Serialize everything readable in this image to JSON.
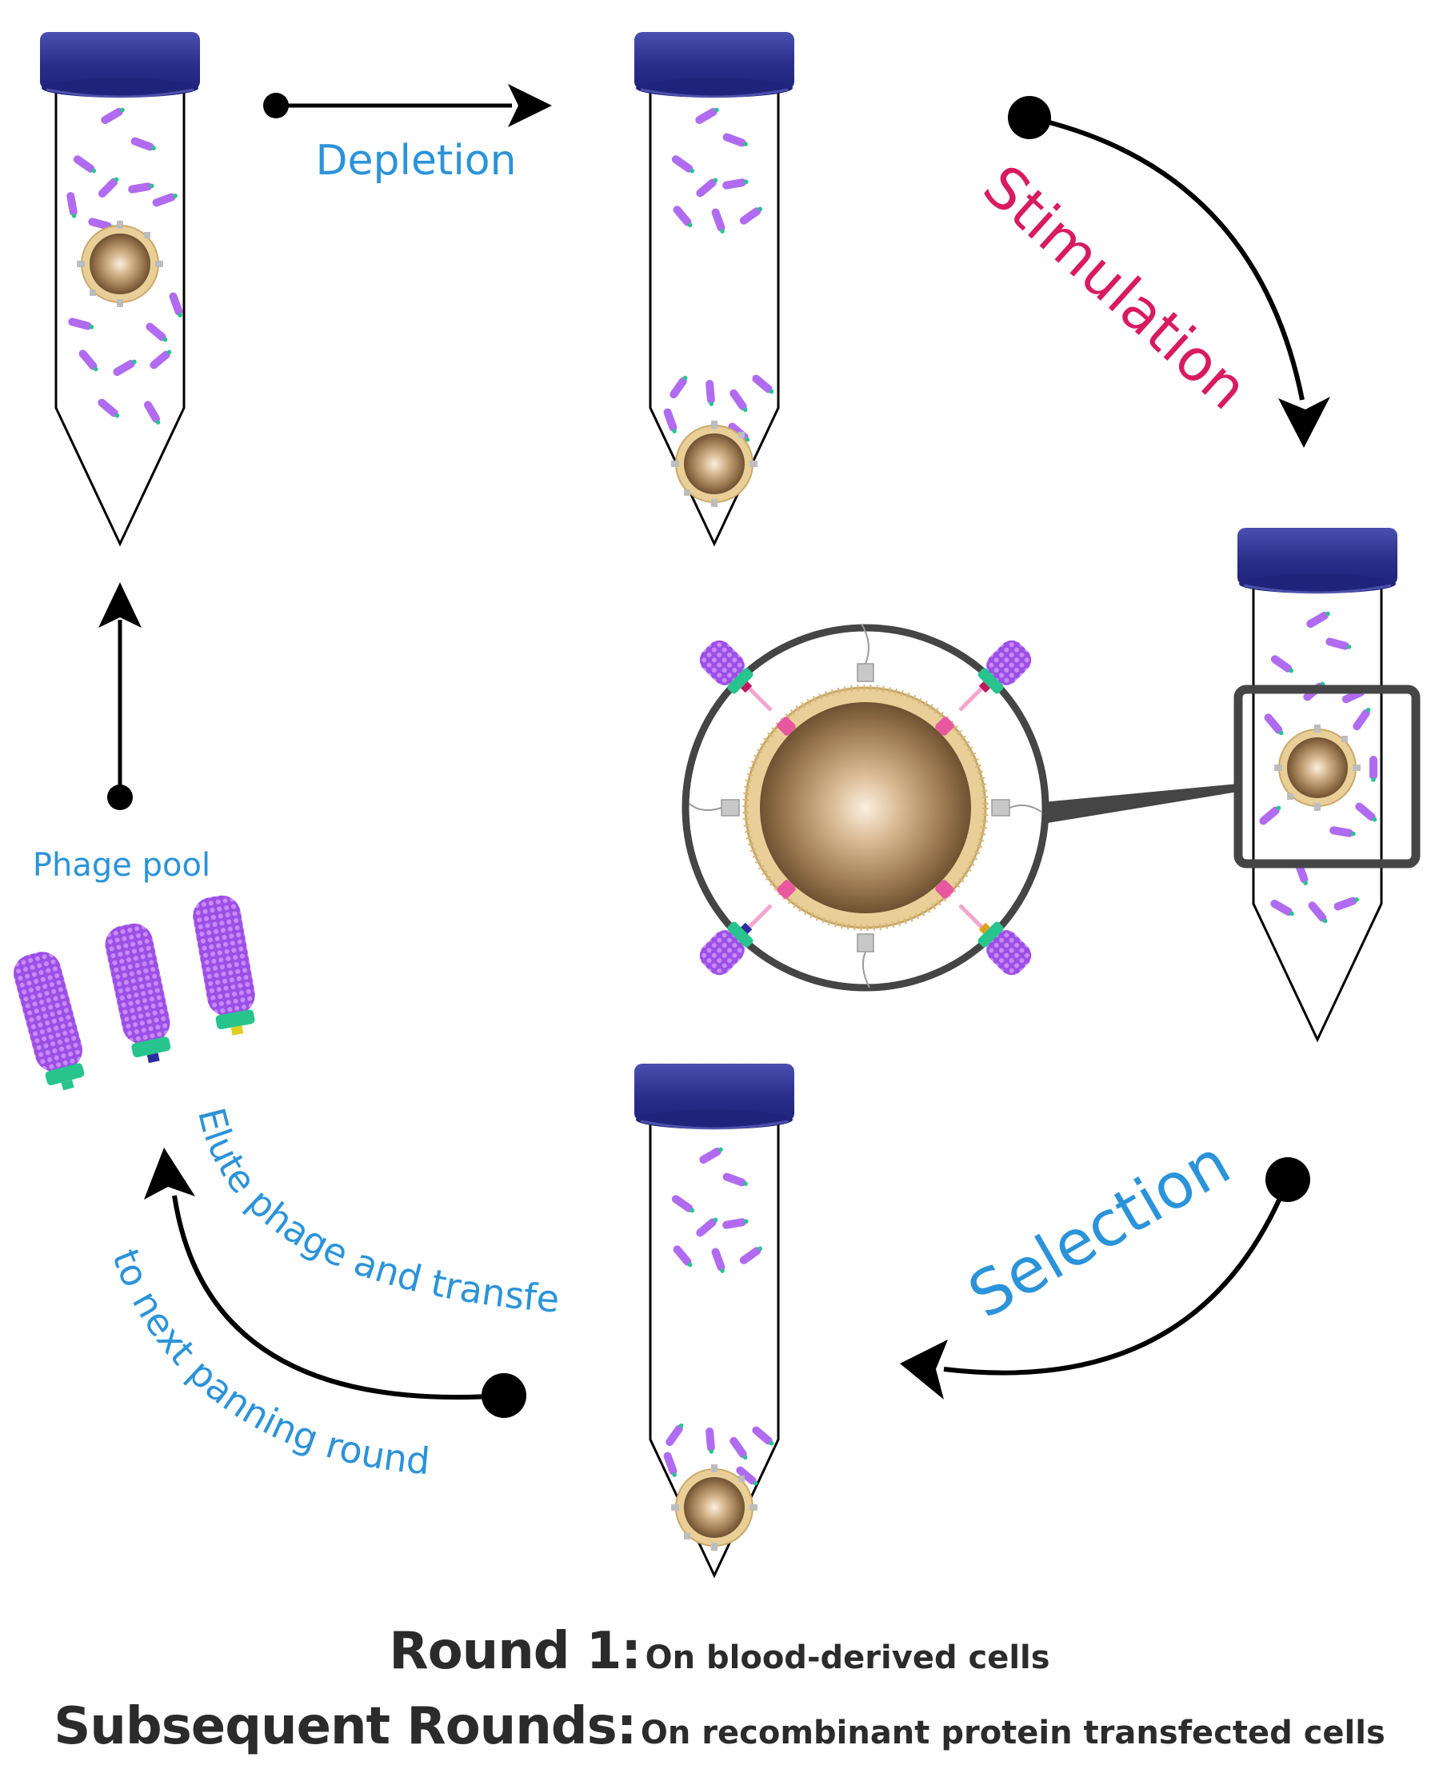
{
  "labels": {
    "depletion": "Depletion",
    "stimulation": "Stimulation",
    "selection": "Selection",
    "phage_pool": "Phage pool",
    "elute_line1": "Elute phage and transfer",
    "elute_line2": "to next panning round"
  },
  "footer": {
    "round1_bold": "Round 1:",
    "round1_text": "On blood-derived cells",
    "subsequent_bold": "Subsequent Rounds:",
    "subsequent_text": "On recombinant protein transfected cells"
  },
  "colors": {
    "blue_label": "#2b93d9",
    "pink_label": "#d81b60",
    "cap_dark": "#1f237a",
    "cap_light": "#4b4fb0",
    "phage": "#b06bf0",
    "phage_dark": "#8e44d6",
    "phage_tip": "#27c48e",
    "cell_membrane": "#e9cf97",
    "cell_core": "#8a6a47",
    "cell_center": "#fbf0e0",
    "arrow": "#000000",
    "zoom_frame": "#454545"
  },
  "icons": {
    "phage": "phage-icon",
    "cell": "cell-icon",
    "tube": "tube-icon",
    "arrow": "arrow-icon",
    "magnifier": "magnifier-icon"
  }
}
